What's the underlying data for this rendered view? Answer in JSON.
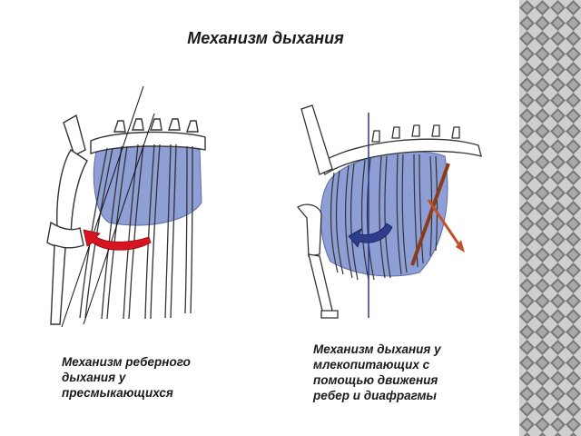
{
  "title": "Механизм дыхания",
  "reptile_caption": {
    "lines": [
      "Механизм реберного",
      "дыхания у",
      "пресмыкающихся"
    ]
  },
  "mammal_caption": {
    "lines": [
      "Механизм дыхания у",
      "млекопитающих с",
      "помощью движения",
      "ребер и диафрагмы"
    ]
  },
  "colors": {
    "lung_fill": "#8e9fd6",
    "bone_stroke": "#333333",
    "reptile_arrow": "#d7141f",
    "mammal_arrow": "#2e3c8c",
    "rib_arrow": "#8a3b1a",
    "diaphragm_line": "#2c3a8f",
    "pattern_dark": "#7a7a7a",
    "pattern_light": "#cfcfcf"
  }
}
